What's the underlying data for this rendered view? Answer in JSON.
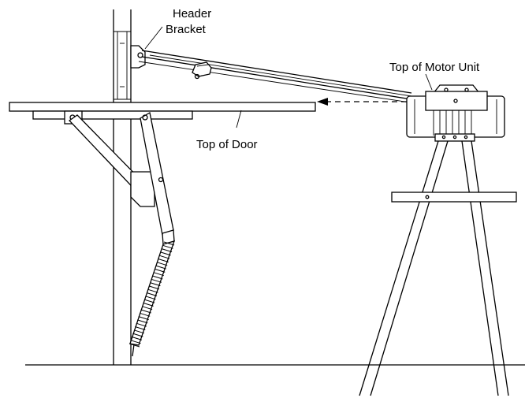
{
  "labels": {
    "header_bracket_line1": "Header",
    "header_bracket_line2": "Bracket",
    "top_of_motor_unit": "Top of Motor Unit",
    "top_of_door": "Top of Door"
  }
}
